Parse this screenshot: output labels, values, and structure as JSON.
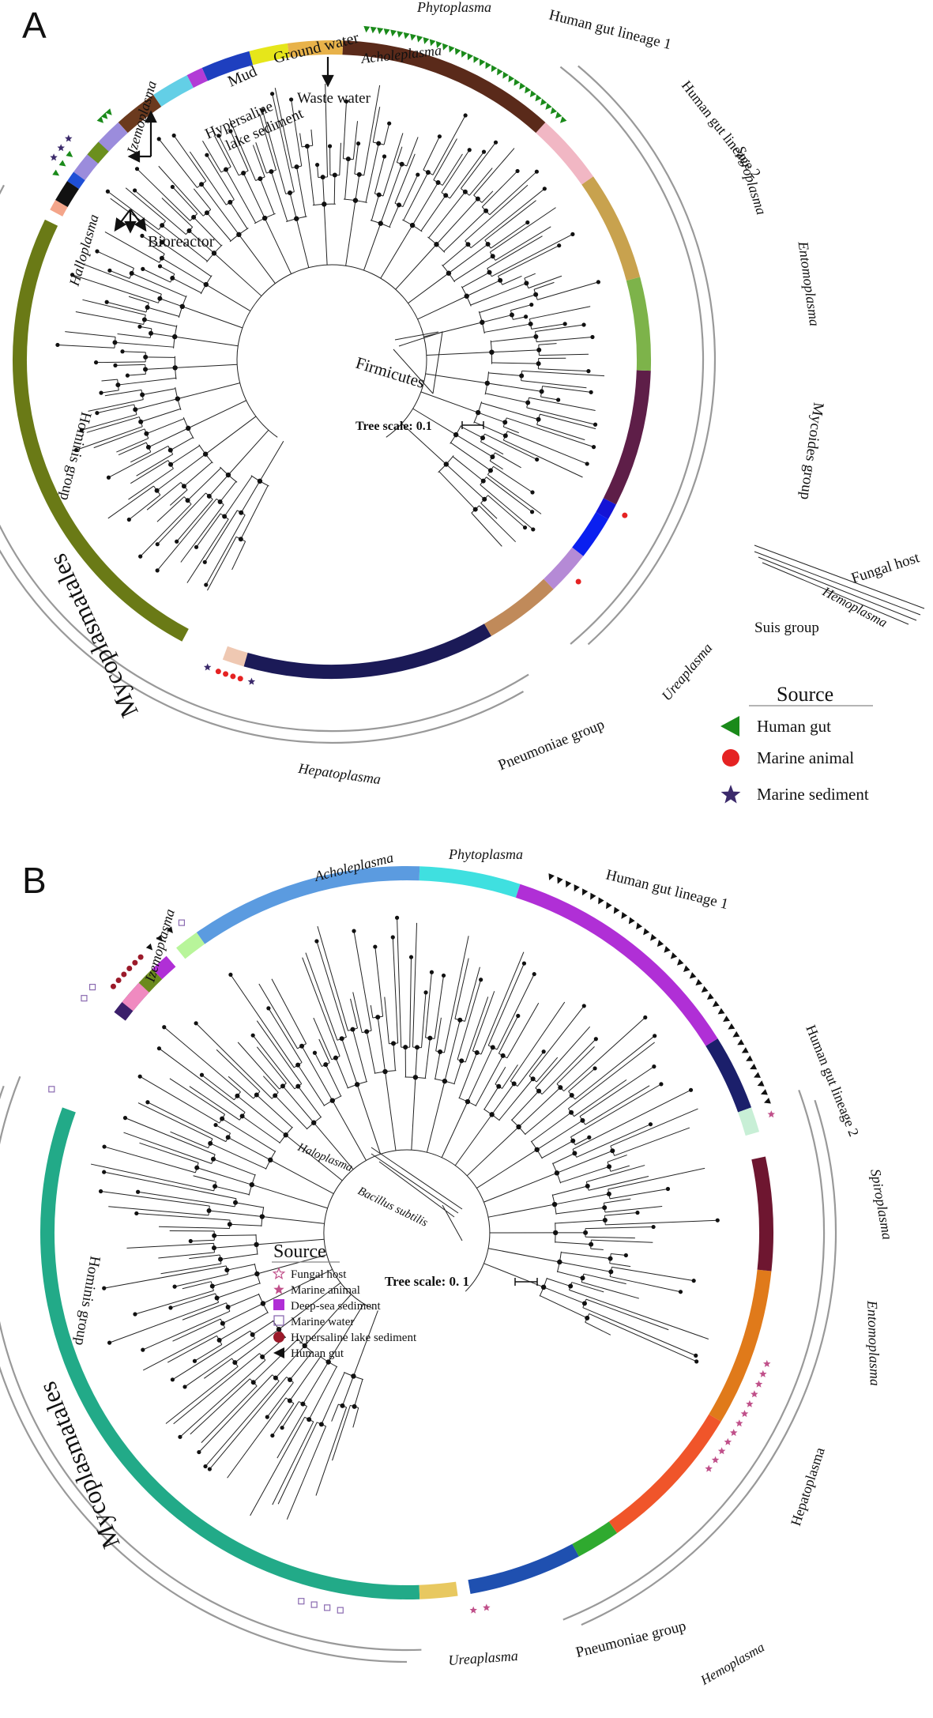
{
  "panels": [
    {
      "letter": "A",
      "tree_scale": "Tree scale: 0.1",
      "outgroup_label": "Firmicutes",
      "order_label": "Mycoplasmatales",
      "clades": [
        {
          "name": "Halloplasma",
          "italic": true,
          "color": "#f4a58a"
        },
        {
          "name": "Bioreactor",
          "italic": false,
          "color": "#111111"
        },
        {
          "name": "Izemoplasma",
          "italic": true,
          "color": "#1f4fd6"
        },
        {
          "name": "Hypersaline lake sediment",
          "italic": false,
          "color": "#9b8cdc"
        },
        {
          "name": "Mud",
          "italic": false,
          "color": "#6b3a1e"
        },
        {
          "name": "Ground water",
          "italic": false,
          "color": "#63cfe6"
        },
        {
          "name": "Waste water",
          "italic": false,
          "color": "#b23bd6"
        },
        {
          "name": "Acholeplasma",
          "italic": true,
          "color": "#1e3fbf"
        },
        {
          "name": "Phytoplasma",
          "italic": true,
          "color": "#e8b24a"
        },
        {
          "name": "Human gut lineage 1",
          "italic": false,
          "color": "#5a2a1a"
        },
        {
          "name": "Human gut lineage 2",
          "italic": false,
          "color": "#f1b7c4"
        },
        {
          "name": "Spiroplasma",
          "italic": true,
          "color": "#c8a24e"
        },
        {
          "name": "Entomoplasma",
          "italic": true,
          "color": "#7db34a"
        },
        {
          "name": "Mycoides group",
          "italic": false,
          "color": "#5e1e48"
        },
        {
          "name": "Fungal host",
          "italic": false,
          "color": "#1414d6"
        },
        {
          "name": "Hemoplasma",
          "italic": true,
          "color": "#0a1ff0"
        },
        {
          "name": "Suis group",
          "italic": false,
          "color": "#b58ad6"
        },
        {
          "name": "Ureaplasma",
          "italic": true,
          "color": "#c08a5a"
        },
        {
          "name": "Pneumoniae group",
          "italic": false,
          "color": "#1b1a57"
        },
        {
          "name": "Hepatoplasma",
          "italic": true,
          "color": "#efc8b2"
        },
        {
          "name": "Hominis group",
          "italic": false,
          "color": "#6a7a16"
        }
      ],
      "legend": {
        "title": "Source",
        "items": [
          {
            "label": "Human gut",
            "symbol": "triangle-left",
            "color": "#1a8a1a"
          },
          {
            "label": "Marine animal",
            "symbol": "circle",
            "color": "#e52222"
          },
          {
            "label": "Marine sediment",
            "symbol": "star",
            "color": "#3b2a6b"
          }
        ]
      }
    },
    {
      "letter": "B",
      "tree_scale": "Tree scale: 0. 1",
      "outgroup_labels": [
        "Haloplasma",
        "Bacillus subtilis"
      ],
      "order_label": "Mycoplasmatales",
      "clades": [
        {
          "name": "Izemoplasma",
          "italic": true,
          "color": "#3b1f6b"
        },
        {
          "name": "Acholeplasma",
          "italic": true,
          "color": "#5b9be0"
        },
        {
          "name": "Phytoplasma",
          "italic": true,
          "color": "#3fe0e0"
        },
        {
          "name": "Human gut lineage 1",
          "italic": false,
          "color": "#b02fd6"
        },
        {
          "name": "Human gut lineage 2",
          "italic": false,
          "color": "#1b1f6b"
        },
        {
          "name": "Spiroplasma",
          "italic": true,
          "color": "#6e1630"
        },
        {
          "name": "Entomoplasma",
          "italic": true,
          "color": "#e07a1a"
        },
        {
          "name": "Hepatoplasma",
          "italic": false,
          "color": "#f0552a"
        },
        {
          "name": "Hemoplasma",
          "italic": true,
          "color": "#2faa2f"
        },
        {
          "name": "Pneumoniae group",
          "italic": false,
          "color": "#1f50b0"
        },
        {
          "name": "Ureaplasma",
          "italic": true,
          "color": "#e8c860"
        },
        {
          "name": "Hominis group",
          "italic": false,
          "color": "#22aa88"
        }
      ],
      "legend": {
        "title": "Source",
        "items": [
          {
            "label": "Fungal host",
            "symbol": "star-outline",
            "color": "#c0508a"
          },
          {
            "label": "Marine animal",
            "symbol": "star",
            "color": "#c0508a"
          },
          {
            "label": "Deep-sea sediment",
            "symbol": "square",
            "color": "#b02fd6"
          },
          {
            "label": "Marine water",
            "symbol": "square-outline",
            "color": "#8a6ab0"
          },
          {
            "label": "Hypersaline lake sediment",
            "symbol": "circle",
            "color": "#9b1a2a"
          },
          {
            "label": "Human gut",
            "symbol": "triangle-left",
            "color": "#111111"
          }
        ]
      }
    }
  ]
}
